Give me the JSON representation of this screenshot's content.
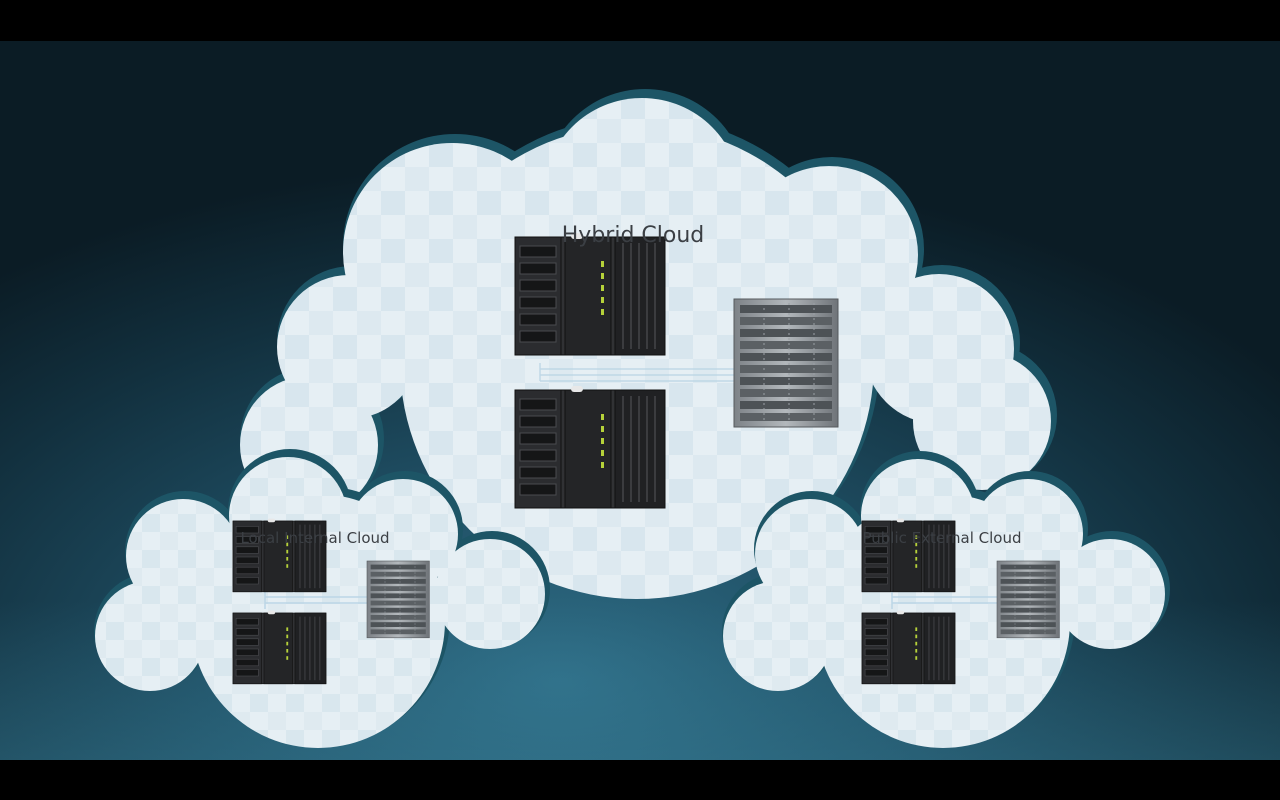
{
  "diagram": {
    "clouds": [
      {
        "id": "hybrid",
        "label": "Hybrid Cloud"
      },
      {
        "id": "local",
        "label": "Local Internal Cloud"
      },
      {
        "id": "public",
        "label": "Public External Cloud"
      }
    ]
  },
  "colors": {
    "cloud_fill": "#e4eef3",
    "cloud_outline": "#1d5566",
    "server_body": "#2a2b2d",
    "server_led": "#b6d23a",
    "switch_body": "#8c9196",
    "link_line": "#bcd6e6"
  }
}
